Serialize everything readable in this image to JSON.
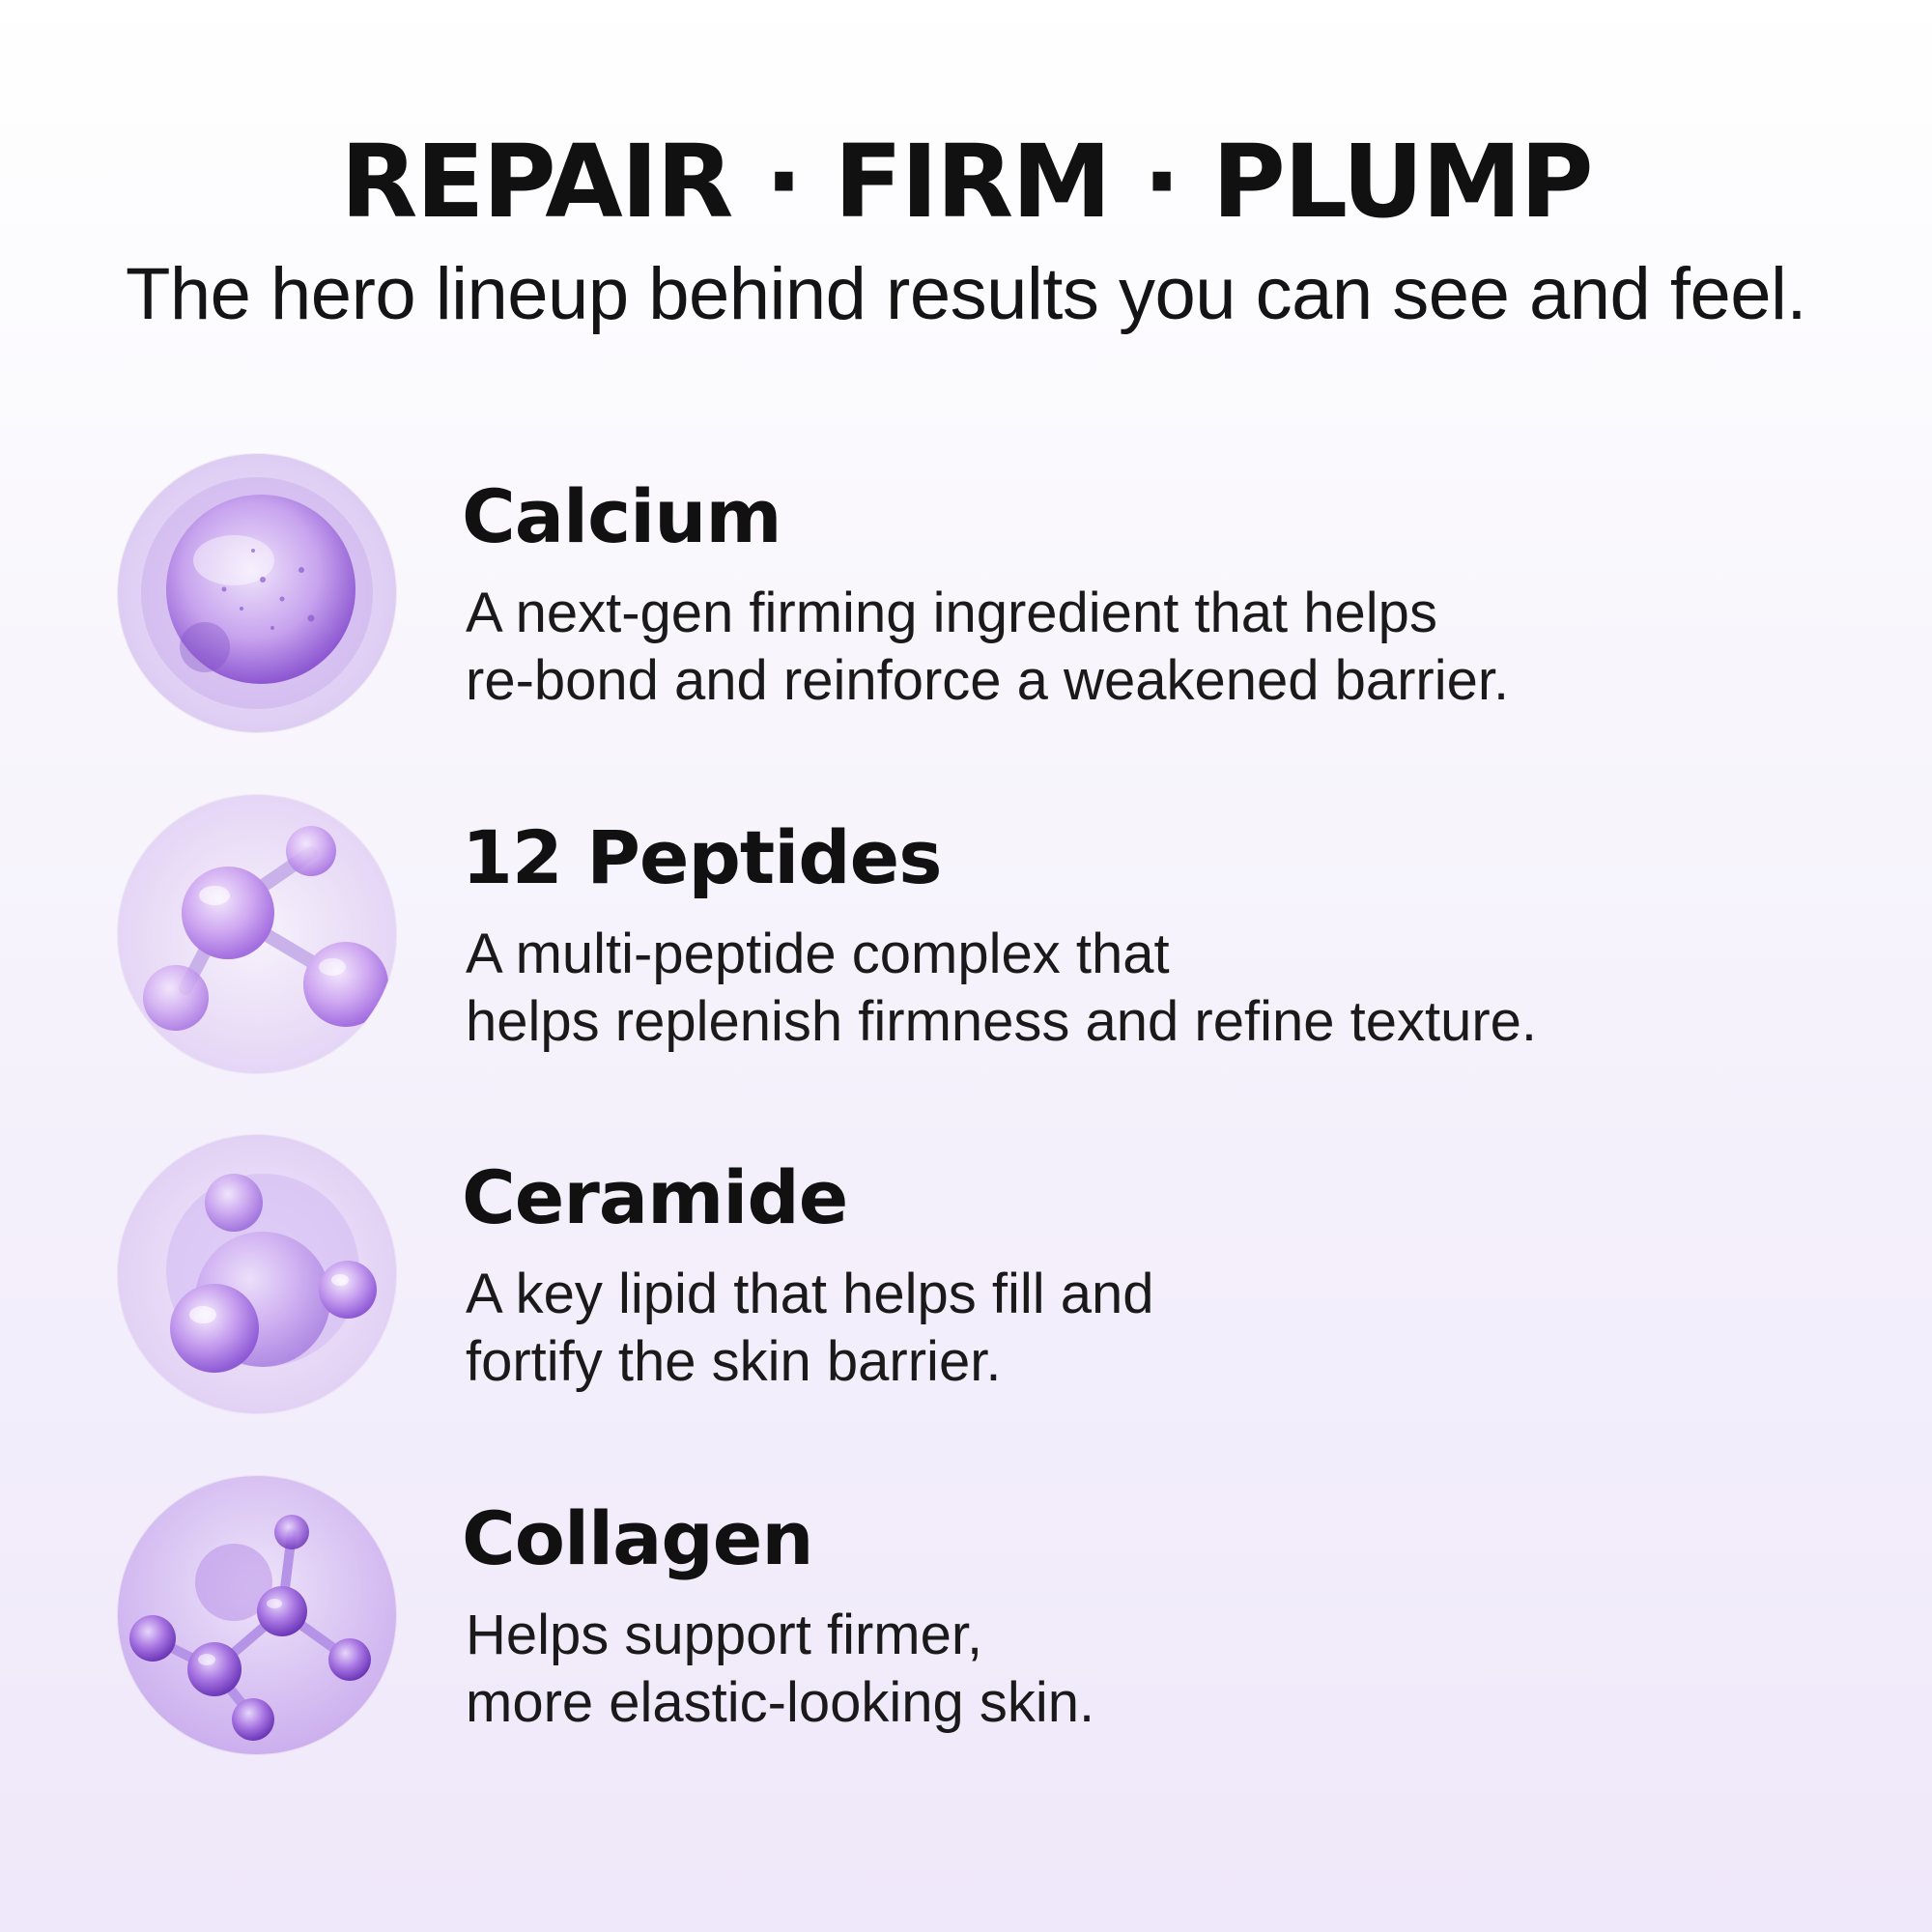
{
  "header": {
    "headline": "REPAIR · FIRM · PLUMP",
    "subhead": "The hero lineup behind results you can see and feel."
  },
  "ingredients": [
    {
      "name": "Calcium",
      "icon": "calcium-gel-bubble-icon",
      "lines": [
        "A next-gen firming ingredient that helps",
        "re-bond and reinforce a weakened barrier."
      ]
    },
    {
      "name": "12 Peptides",
      "icon": "peptide-molecule-icon",
      "lines": [
        "A multi-peptide complex that",
        "helps replenish firmness and refine texture."
      ]
    },
    {
      "name": "Ceramide",
      "icon": "ceramide-bubble-cluster-icon",
      "lines": [
        "A key lipid that helps fill and",
        "fortify the skin barrier."
      ]
    },
    {
      "name": "Collagen",
      "icon": "collagen-molecule-chain-icon",
      "lines": [
        "Helps support firmer,",
        "more elastic-looking skin."
      ]
    }
  ],
  "colors": {
    "accent": "#a77be0",
    "accent_dark": "#7d4cc4",
    "text": "#111111",
    "background": "#f6f2fc"
  }
}
